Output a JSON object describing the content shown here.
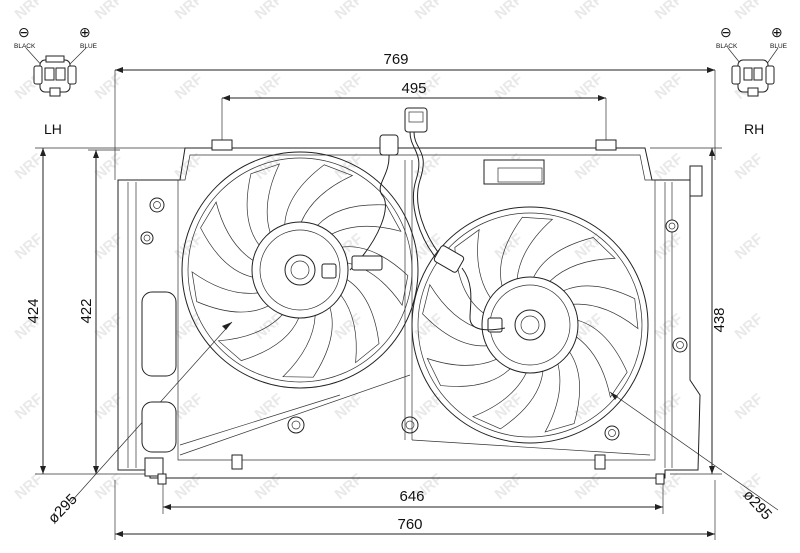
{
  "connectors": {
    "left": {
      "side_label": "LH",
      "pin1_label": "BLACK",
      "pin2_label": "BLUE",
      "pin1_symbol": "⊖",
      "pin2_symbol": "⊕"
    },
    "right": {
      "side_label": "RH",
      "pin1_label": "BLACK",
      "pin2_label": "BLUE",
      "pin1_symbol": "⊖",
      "pin2_symbol": "⊕"
    }
  },
  "dimensions": {
    "overall_top_width": "769",
    "bracket_span": "495",
    "left_outer_height": "424",
    "left_inner_height": "422",
    "right_height": "438",
    "bottom_inner_width": "646",
    "bottom_overall_width": "760",
    "fan_left_diameter": "ø295",
    "fan_right_diameter": "ø295"
  },
  "watermark": {
    "text": "NRF"
  },
  "colors": {
    "line": "#222222",
    "watermark": "#e9e9e9"
  }
}
